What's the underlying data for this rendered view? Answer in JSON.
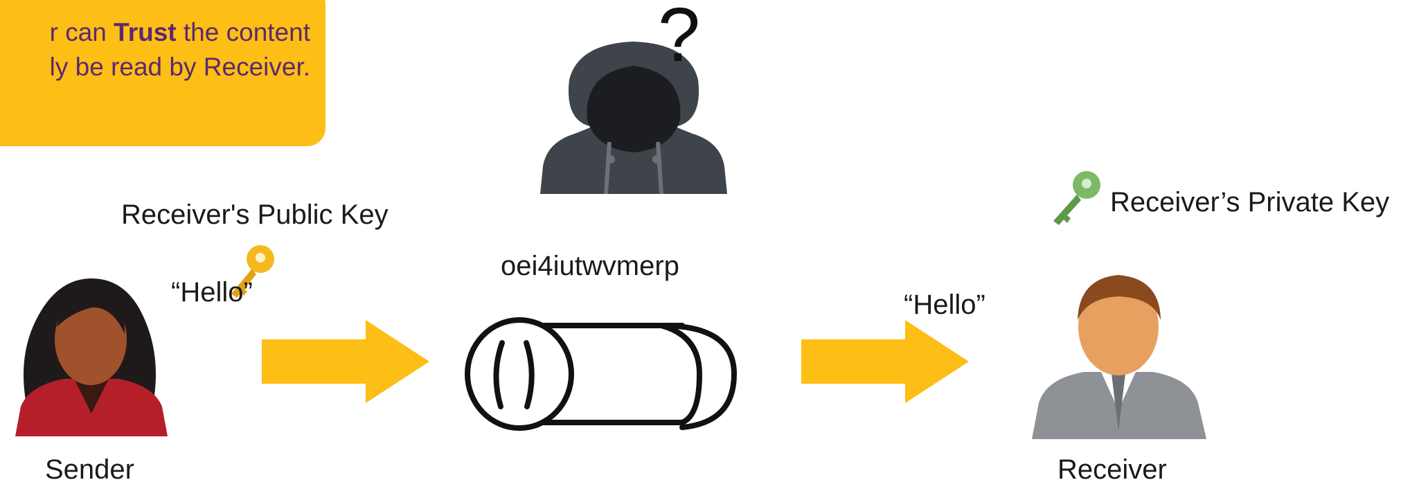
{
  "callout": {
    "line1_prefix": "r can ",
    "line1_bold": "Trust",
    "line1_suffix": " the content",
    "line2": "ly be read by Receiver."
  },
  "hacker": {
    "question_mark": "?"
  },
  "sender": {
    "key_label": "Receiver's Public Key",
    "message": "“Hello”",
    "name": "Sender"
  },
  "channel": {
    "ciphertext": "oei4iutwvmerp"
  },
  "receiver": {
    "key_label": "Receiver’s Private Key",
    "message": "“Hello”",
    "name": "Receiver"
  },
  "colors": {
    "accent": "#FDBE15",
    "callout_text": "#5a2a6e",
    "public_key": "#F5B91E",
    "private_key": "#7DB966"
  },
  "icons": [
    "hacker-icon",
    "public-key-icon",
    "private-key-icon",
    "sender-avatar",
    "receiver-avatar",
    "scroll-icon",
    "arrow-icon"
  ]
}
